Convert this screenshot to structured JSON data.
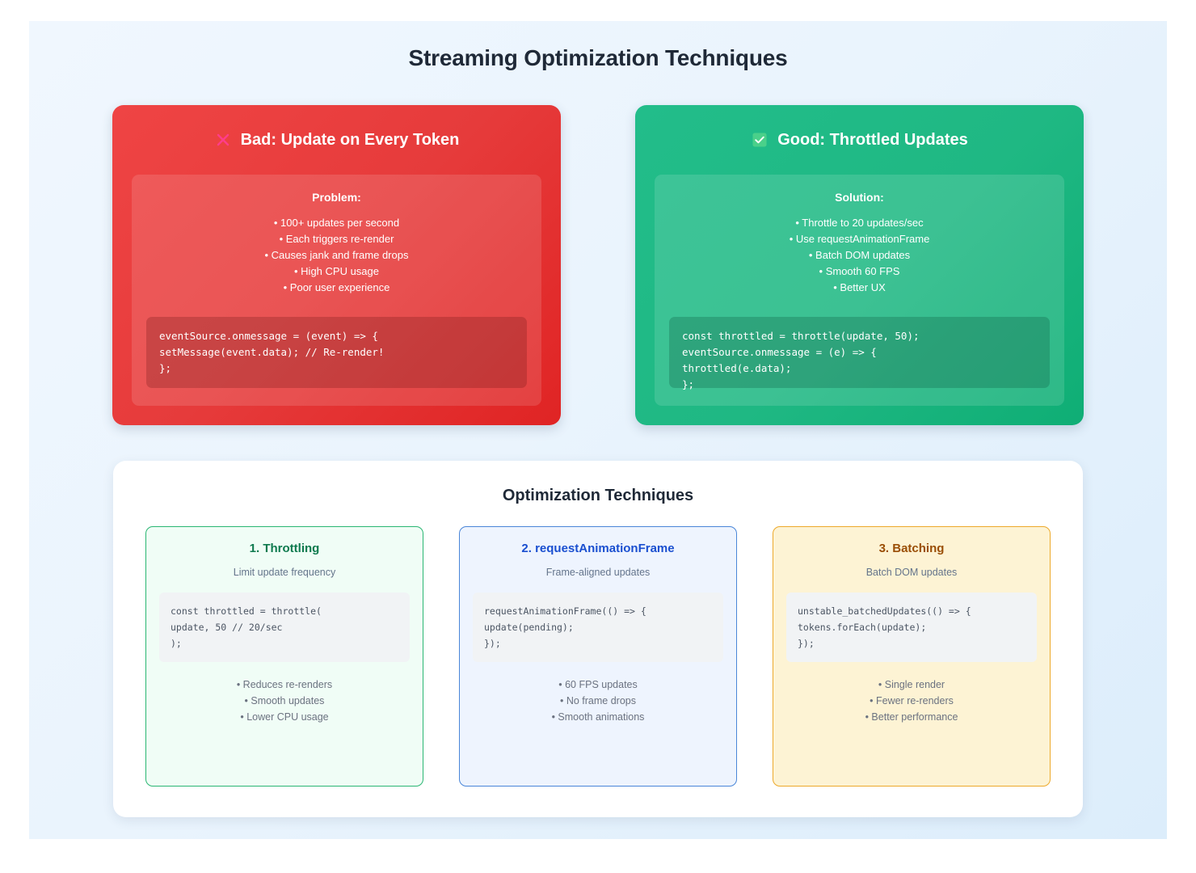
{
  "page": {
    "title": "Streaming Optimization Techniques",
    "background_start": "#f0f7fe",
    "background_end": "#dcedfb"
  },
  "comparison": [
    {
      "key": "bad",
      "icon": "cross-icon",
      "heading": "Bad: Update on Every Token",
      "accent": "#e63b3b",
      "panel_title": "Problem:",
      "points": [
        "• 100+ updates per second",
        "• Each triggers re-render",
        "• Causes jank and frame drops",
        "• High CPU usage",
        "• Poor user experience"
      ],
      "code": "eventSource.onmessage = (event) => {\nsetMessage(event.data); // Re-render!\n};"
    },
    {
      "key": "good",
      "icon": "check-box-icon",
      "heading": "Good: Throttled Updates",
      "accent": "#1fb883",
      "panel_title": "Solution:",
      "points": [
        "• Throttle to 20 updates/sec",
        "• Use requestAnimationFrame",
        "• Batch DOM updates",
        "• Smooth 60 FPS",
        "• Better UX"
      ],
      "code": "const throttled = throttle(update, 50);\neventSource.onmessage = (e) => {\nthrottled(e.data);\n};"
    }
  ],
  "techniques": {
    "title": "Optimization Techniques",
    "cards": [
      {
        "key": "throttling",
        "title": "1. Throttling",
        "subtitle": "Limit update frequency",
        "accent": "#2bb673",
        "code": "const throttled = throttle(\nupdate, 50 // 20/sec\n);",
        "benefits": [
          "• Reduces re-renders",
          "• Smooth updates",
          "• Lower CPU usage"
        ]
      },
      {
        "key": "request-animation-frame",
        "title": "2. requestAnimationFrame",
        "subtitle": "Frame-aligned updates",
        "accent": "#4a86d8",
        "code": "requestAnimationFrame(() => {\nupdate(pending);\n});",
        "benefits": [
          "• 60 FPS updates",
          "• No frame drops",
          "• Smooth animations"
        ]
      },
      {
        "key": "batching",
        "title": "3. Batching",
        "subtitle": "Batch DOM updates",
        "accent": "#eda92b",
        "code": "unstable_batchedUpdates(() => {\ntokens.forEach(update);\n});",
        "benefits": [
          "• Single render",
          "• Fewer re-renders",
          "• Better performance"
        ]
      }
    ]
  }
}
